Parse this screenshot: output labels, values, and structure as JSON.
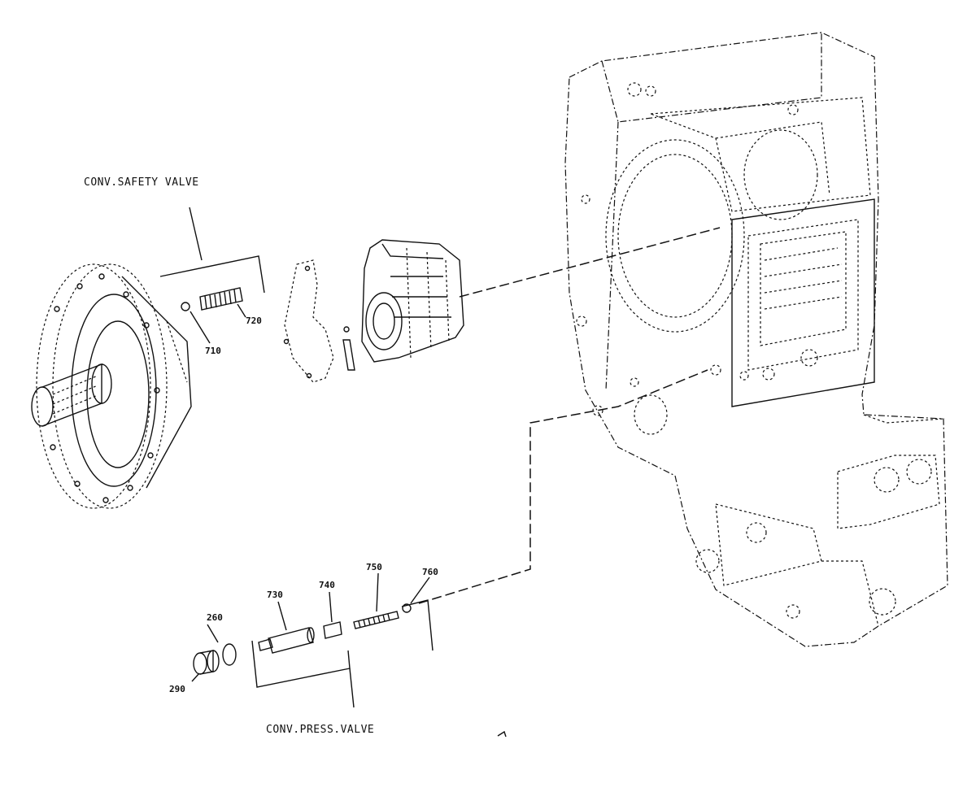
{
  "groups": {
    "safety_valve": "CONV.SAFETY VALVE",
    "pressure_valve": "CONV.PRESS.VALVE"
  },
  "parts": {
    "p710": "710",
    "p720": "720",
    "p730": "730",
    "p740": "740",
    "p750": "750",
    "p760": "760",
    "p260": "260",
    "p290": "290"
  },
  "colors": {
    "ink": "#111111",
    "paper": "#ffffff"
  }
}
